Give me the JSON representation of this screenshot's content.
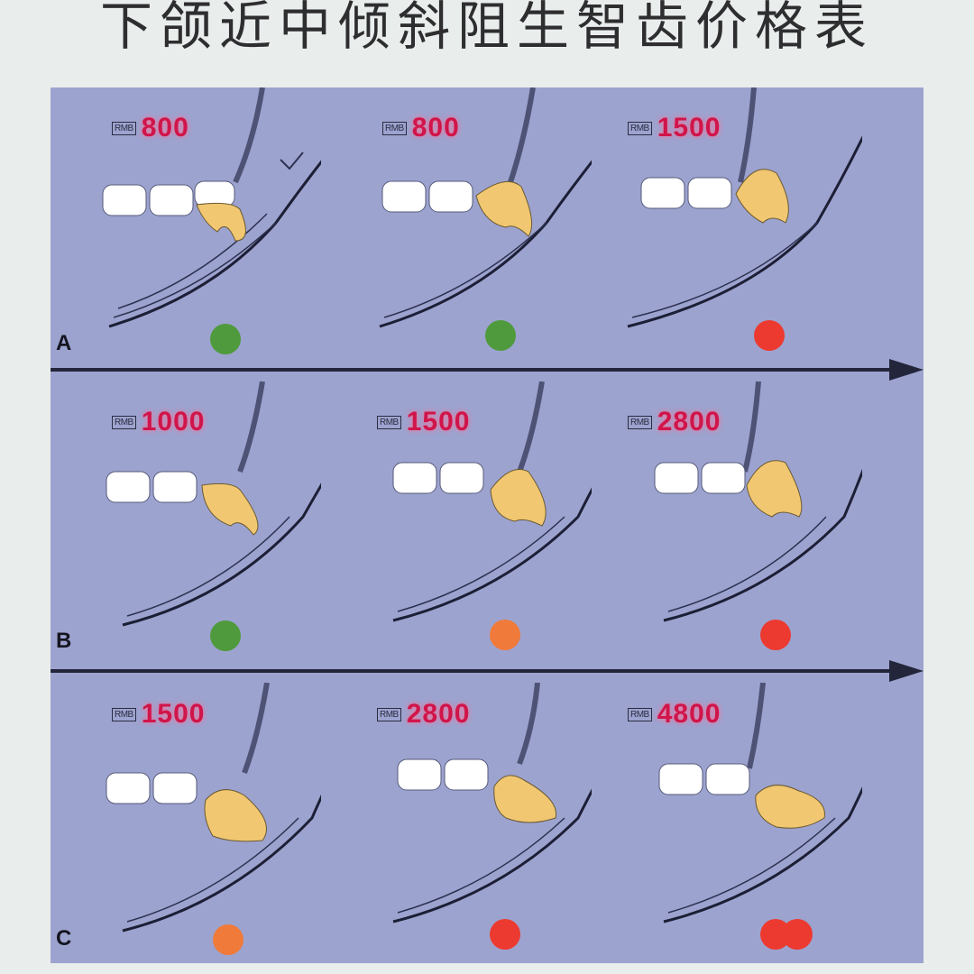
{
  "title": "下颌近中倾斜阻生智齿价格表",
  "currency_label": "RMB",
  "colors": {
    "green": "#4f9a3c",
    "orange": "#f07a3a",
    "red": "#ec3a30",
    "price_text": "#d0154a",
    "background": "#9da3cf"
  },
  "rows": [
    {
      "label": "A",
      "cells": [
        {
          "price": "800",
          "difficulty": "green"
        },
        {
          "price": "800",
          "difficulty": "green"
        },
        {
          "price": "1500",
          "difficulty": "red"
        }
      ]
    },
    {
      "label": "B",
      "cells": [
        {
          "price": "1000",
          "difficulty": "green"
        },
        {
          "price": "1500",
          "difficulty": "orange"
        },
        {
          "price": "2800",
          "difficulty": "red"
        }
      ]
    },
    {
      "label": "C",
      "cells": [
        {
          "price": "1500",
          "difficulty": "orange"
        },
        {
          "price": "2800",
          "difficulty": "red"
        },
        {
          "price": "4800",
          "difficulty": "double-red"
        }
      ]
    }
  ]
}
